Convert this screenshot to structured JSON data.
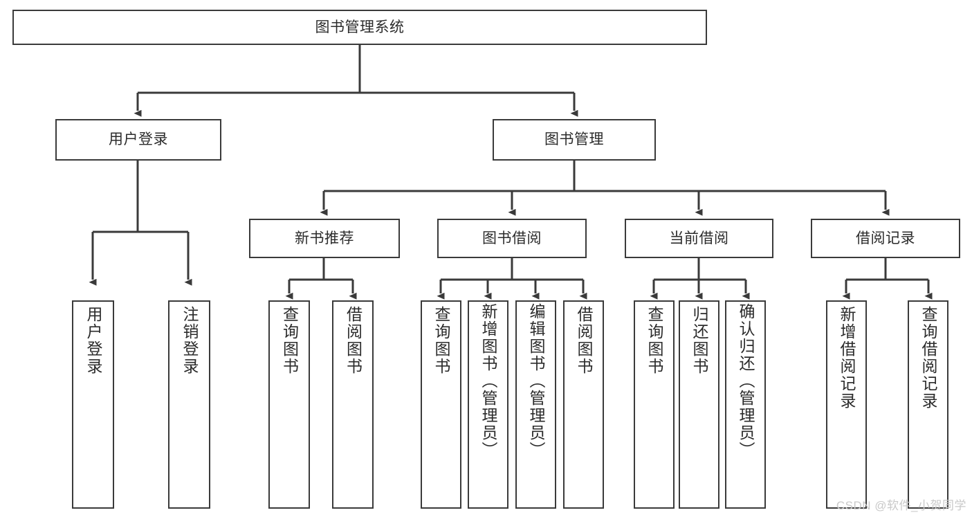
{
  "diagram": {
    "title": "图书管理系统",
    "type": "hierarchy-tree",
    "background_color": "#ffffff",
    "line_color": "#3a3a3a",
    "text_color": "#2b2b2b"
  },
  "nodes": {
    "root": {
      "label": "图书管理系统"
    },
    "level2": [
      {
        "id": "user-login",
        "label": "用户登录"
      },
      {
        "id": "book-manage",
        "label": "图书管理"
      }
    ],
    "level3": [
      {
        "id": "new-book-rec",
        "label": "新书推荐"
      },
      {
        "id": "book-borrow",
        "label": "图书借阅"
      },
      {
        "id": "current-borrow",
        "label": "当前借阅"
      },
      {
        "id": "borrow-record",
        "label": "借阅记录"
      }
    ],
    "leaves": {
      "user_login": [
        {
          "id": "leaf-user-login",
          "label": "用户登录"
        },
        {
          "id": "leaf-logout",
          "label": "注销登录"
        }
      ],
      "new_book_rec": [
        {
          "id": "leaf-query-book-1",
          "label": "查询图书"
        },
        {
          "id": "leaf-borrow-book-1",
          "label": "借阅图书"
        }
      ],
      "book_borrow": [
        {
          "id": "leaf-query-book-2",
          "label": "查询图书"
        },
        {
          "id": "leaf-add-book",
          "label": "新增图书（管理员）"
        },
        {
          "id": "leaf-edit-book",
          "label": "编辑图书（管理员）"
        },
        {
          "id": "leaf-borrow-book-2",
          "label": "借阅图书"
        }
      ],
      "current_borrow": [
        {
          "id": "leaf-query-book-3",
          "label": "查询图书"
        },
        {
          "id": "leaf-return-book",
          "label": "归还图书"
        },
        {
          "id": "leaf-confirm-return",
          "label": "确认归还（管理员）"
        }
      ],
      "borrow_record": [
        {
          "id": "leaf-add-record",
          "label": "新增借阅记录"
        },
        {
          "id": "leaf-query-record",
          "label": "查询借阅记录"
        }
      ]
    }
  },
  "watermark": {
    "text": "CSDN @软件_小贺同学"
  }
}
